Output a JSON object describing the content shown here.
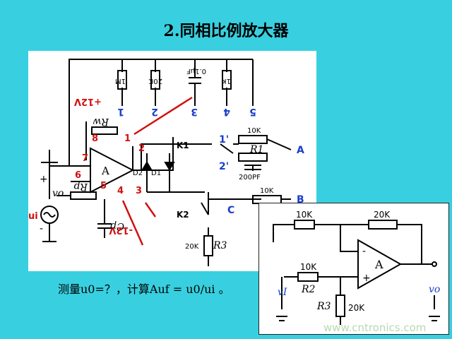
{
  "title": "2.同相比例放大器",
  "question": "测量u0=？，计算Auf = u0/ui 。",
  "watermark": "www.cntronics.com",
  "left_circuit": {
    "resistors": [
      "1M",
      "20K",
      "0.1μF",
      "1K"
    ],
    "terminals": [
      "1",
      "2",
      "3",
      "4",
      "5"
    ],
    "supply_pos": "+12V",
    "supply_neg": "-12V",
    "rw": "Rw",
    "rp": "Rp",
    "cp": "Cp",
    "opamp": "A",
    "pins": [
      "1",
      "2",
      "3",
      "4",
      "5",
      "6",
      "7",
      "8"
    ],
    "k1": "K1",
    "k2": "K2",
    "d1": "D1",
    "d2": "D2",
    "r10k_a": "10K",
    "r10k_b": "10K",
    "r1": "R1",
    "c200": "200PF",
    "r3": "R3",
    "r3v": "20K",
    "nodes": [
      "1'",
      "2'",
      "A",
      "B",
      "C"
    ],
    "vo": "vo",
    "ui": "ui",
    "plus": "+",
    "minus": "-"
  },
  "right_circuit": {
    "r10k_top": "10K",
    "r20k_top": "20K",
    "r10k_in": "10K",
    "r2": "R2",
    "r3": "R3",
    "r20k": "20K",
    "opamp": "A",
    "vi": "vI",
    "vo": "vo",
    "plus": "+",
    "minus": "-"
  },
  "colors": {
    "background": "#38d0e0",
    "blue": "#1a3fc8",
    "red": "#d01010"
  }
}
